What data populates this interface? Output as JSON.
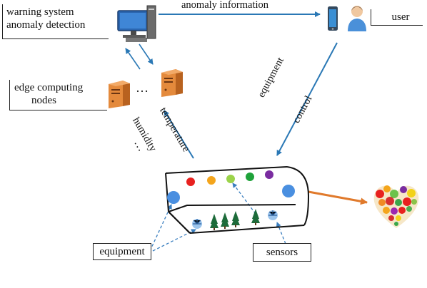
{
  "labels": {
    "warning_line1": "warning system",
    "warning_line2": "anomaly detection",
    "anomaly_information": "anomaly information",
    "user": "user",
    "edge_line1": "edge computing",
    "edge_line2": "nodes",
    "ellipsis_nodes": "…",
    "equipment_control_line1": "equipment",
    "equipment_control_line2": "control",
    "humidity": "humidity",
    "temperature": "temperature",
    "ellipsis_sensors": "…",
    "equipment": "equipment",
    "sensors": "sensors"
  },
  "colors": {
    "arrow_blue": "#2a78b5",
    "arrow_orange": "#e07a2c",
    "dashed_blue": "#3a7fc0",
    "led_red": "#e8211f",
    "led_orange": "#f4a51c",
    "led_lightgreen": "#9bd34a",
    "led_green": "#1fa23a",
    "led_purple": "#7a2ca0",
    "sensor_blue": "#4a8fe0",
    "server_orange": "#e48a3c",
    "tree_green": "#1d6b3a"
  },
  "icons": {
    "computer": "desktop-computer-icon",
    "phone": "smartphone-icon",
    "user": "user-avatar-icon",
    "server": "server-tower-icon",
    "greenhouse": "greenhouse-icon",
    "produce": "fruit-vegetable-icon"
  }
}
